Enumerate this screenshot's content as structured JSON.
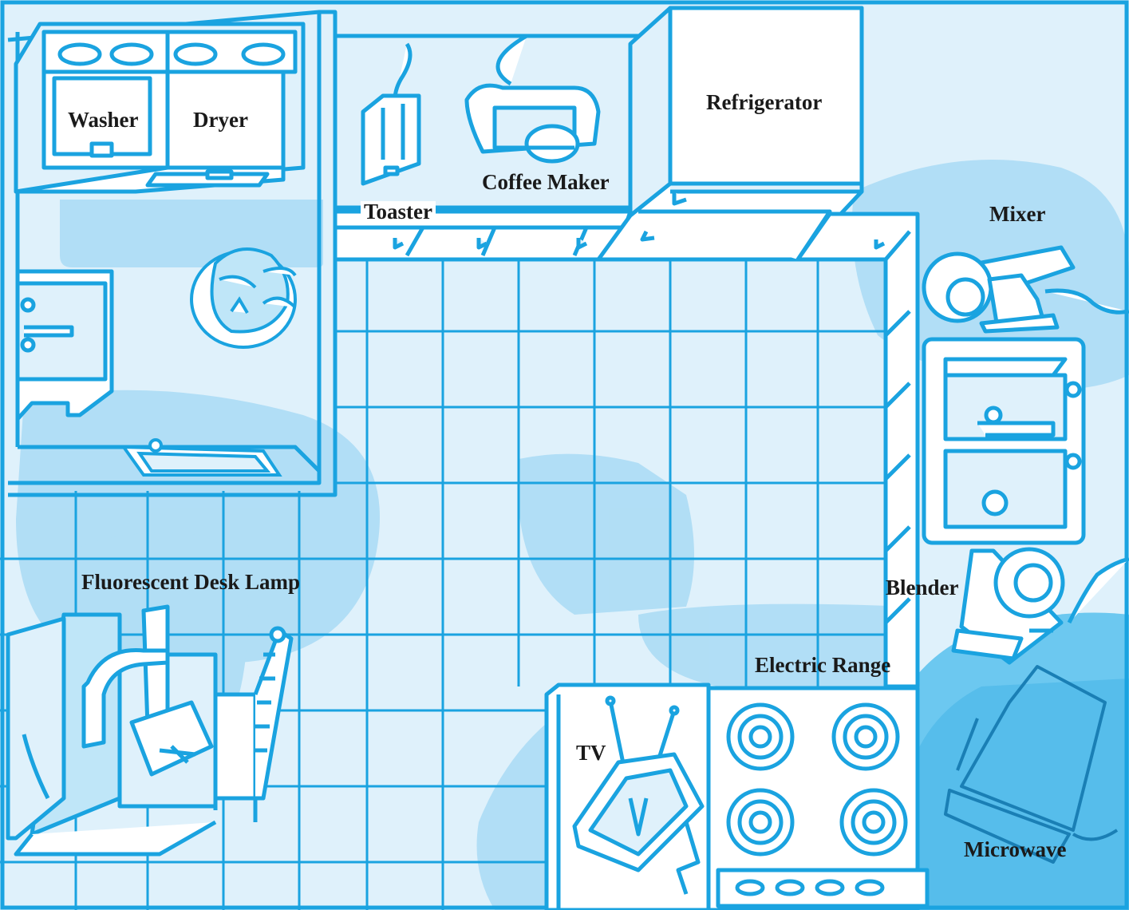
{
  "labels": {
    "washer": "Washer",
    "dryer": "Dryer",
    "toaster": "Toaster",
    "coffee_maker": "Coffee Maker",
    "refrigerator": "Refrigerator",
    "mixer": "Mixer",
    "fluorescent_desk_lamp": "Fluorescent Desk Lamp",
    "blender": "Blender",
    "electric_range": "Electric Range",
    "tv": "TV",
    "microwave": "Microwave"
  },
  "colors": {
    "line": "#1aa3e0",
    "fill_light": "#dff1fb",
    "blob": "#a9dbf5",
    "blob_dark": "#5fc3ee",
    "white": "#ffffff",
    "text": "#1a1a1a"
  }
}
